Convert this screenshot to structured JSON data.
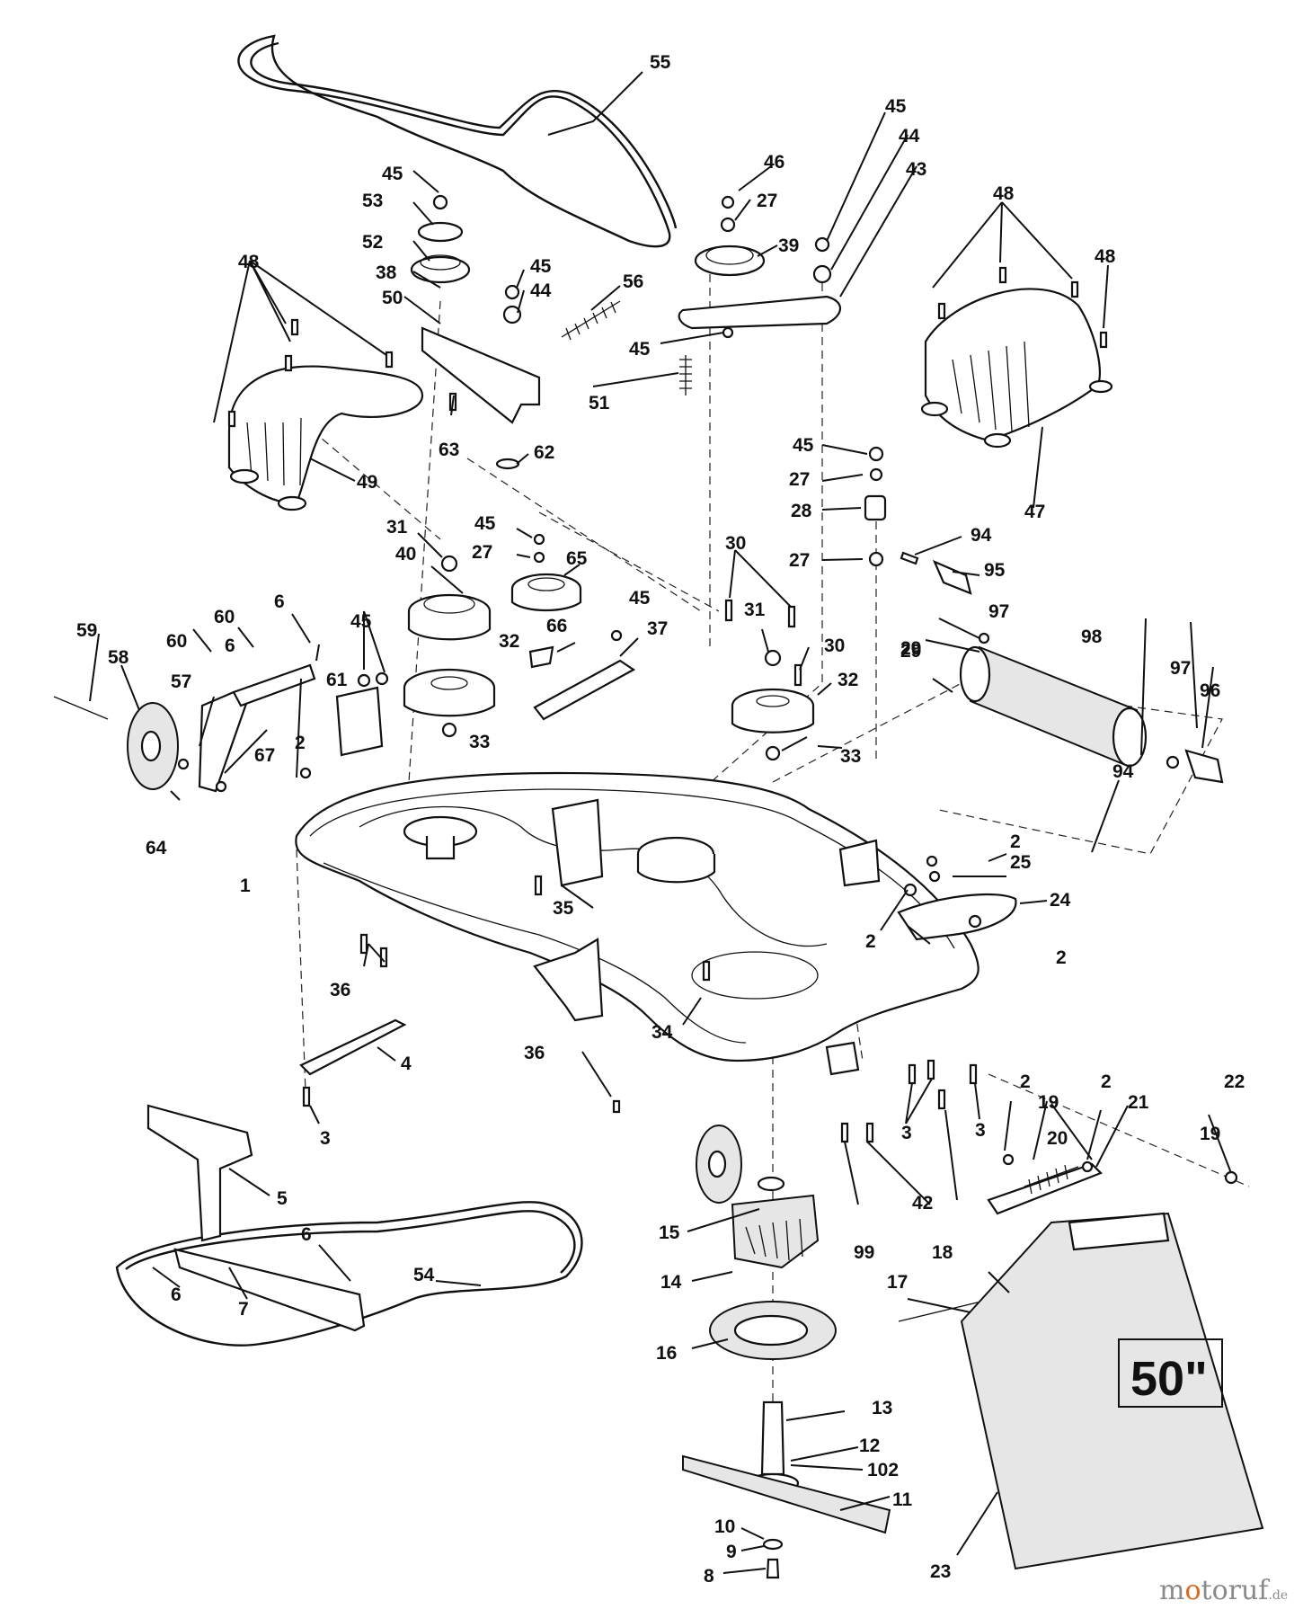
{
  "diagram": {
    "deck_badge": "50\"",
    "callouts": [
      {
        "id": "c55",
        "text": "55"
      },
      {
        "id": "c45a",
        "text": "45"
      },
      {
        "id": "c46",
        "text": "46"
      },
      {
        "id": "c27a",
        "text": "27"
      },
      {
        "id": "c39",
        "text": "39"
      },
      {
        "id": "c45b",
        "text": "45"
      },
      {
        "id": "c44a",
        "text": "44"
      },
      {
        "id": "c43",
        "text": "43"
      },
      {
        "id": "c48a",
        "text": "48"
      },
      {
        "id": "c48b",
        "text": "48"
      },
      {
        "id": "c53",
        "text": "53"
      },
      {
        "id": "c52",
        "text": "52"
      },
      {
        "id": "c38",
        "text": "38"
      },
      {
        "id": "c50",
        "text": "50"
      },
      {
        "id": "c45c",
        "text": "45"
      },
      {
        "id": "c44b",
        "text": "44"
      },
      {
        "id": "c56",
        "text": "56"
      },
      {
        "id": "c45d",
        "text": "45"
      },
      {
        "id": "c51",
        "text": "51"
      },
      {
        "id": "c48c",
        "text": "48"
      },
      {
        "id": "c63",
        "text": "63"
      },
      {
        "id": "c62",
        "text": "62"
      },
      {
        "id": "c49",
        "text": "49"
      },
      {
        "id": "c47",
        "text": "47"
      },
      {
        "id": "c45e",
        "text": "45"
      },
      {
        "id": "c27b",
        "text": "27"
      },
      {
        "id": "c28",
        "text": "28"
      },
      {
        "id": "c27c",
        "text": "27"
      },
      {
        "id": "c31a",
        "text": "31"
      },
      {
        "id": "c45f",
        "text": "45"
      },
      {
        "id": "c27d",
        "text": "27"
      },
      {
        "id": "c40",
        "text": "40"
      },
      {
        "id": "c65",
        "text": "65"
      },
      {
        "id": "c30a",
        "text": "30"
      },
      {
        "id": "c94a",
        "text": "94"
      },
      {
        "id": "c95",
        "text": "95"
      },
      {
        "id": "c6a",
        "text": "6"
      },
      {
        "id": "c60a",
        "text": "60"
      },
      {
        "id": "c45g",
        "text": "45"
      },
      {
        "id": "c45h",
        "text": "45"
      },
      {
        "id": "c66",
        "text": "66"
      },
      {
        "id": "c37",
        "text": "37"
      },
      {
        "id": "c31b",
        "text": "31"
      },
      {
        "id": "c29a",
        "text": "29"
      },
      {
        "id": "c97a",
        "text": "97"
      },
      {
        "id": "c59",
        "text": "59"
      },
      {
        "id": "c60b",
        "text": "60"
      },
      {
        "id": "c6b",
        "text": "6"
      },
      {
        "id": "c58",
        "text": "58"
      },
      {
        "id": "c32a",
        "text": "32"
      },
      {
        "id": "c30b",
        "text": "30"
      },
      {
        "id": "c32b",
        "text": "32"
      },
      {
        "id": "c98",
        "text": "98"
      },
      {
        "id": "c29b",
        "text": "29"
      },
      {
        "id": "c61",
        "text": "61"
      },
      {
        "id": "c57",
        "text": "57"
      },
      {
        "id": "c97b",
        "text": "97"
      },
      {
        "id": "c96",
        "text": "96"
      },
      {
        "id": "c33a",
        "text": "33"
      },
      {
        "id": "c67",
        "text": "67"
      },
      {
        "id": "c2a",
        "text": "2"
      },
      {
        "id": "c33b",
        "text": "33"
      },
      {
        "id": "c64",
        "text": "64"
      },
      {
        "id": "c94b",
        "text": "94"
      },
      {
        "id": "c1",
        "text": "1"
      },
      {
        "id": "c2b",
        "text": "2"
      },
      {
        "id": "c25",
        "text": "25"
      },
      {
        "id": "c35",
        "text": "35"
      },
      {
        "id": "c24",
        "text": "24"
      },
      {
        "id": "c2c",
        "text": "2"
      },
      {
        "id": "c2d",
        "text": "2"
      },
      {
        "id": "c36a",
        "text": "36"
      },
      {
        "id": "c34",
        "text": "34"
      },
      {
        "id": "c4",
        "text": "4"
      },
      {
        "id": "c36b",
        "text": "36"
      },
      {
        "id": "c3a",
        "text": "3"
      },
      {
        "id": "c3b",
        "text": "3"
      },
      {
        "id": "c3c",
        "text": "3"
      },
      {
        "id": "c2e",
        "text": "2"
      },
      {
        "id": "c2f",
        "text": "2"
      },
      {
        "id": "c22",
        "text": "22"
      },
      {
        "id": "c19a",
        "text": "19"
      },
      {
        "id": "c21",
        "text": "21"
      },
      {
        "id": "c20",
        "text": "20"
      },
      {
        "id": "c19b",
        "text": "19"
      },
      {
        "id": "c5",
        "text": "5"
      },
      {
        "id": "c42",
        "text": "42"
      },
      {
        "id": "c15",
        "text": "15"
      },
      {
        "id": "c99",
        "text": "99"
      },
      {
        "id": "c18",
        "text": "18"
      },
      {
        "id": "c6c",
        "text": "6"
      },
      {
        "id": "c14",
        "text": "14"
      },
      {
        "id": "c17",
        "text": "17"
      },
      {
        "id": "c54",
        "text": "54"
      },
      {
        "id": "c6d",
        "text": "6"
      },
      {
        "id": "c7",
        "text": "7"
      },
      {
        "id": "c16",
        "text": "16"
      },
      {
        "id": "c13",
        "text": "13"
      },
      {
        "id": "c12",
        "text": "12"
      },
      {
        "id": "c102",
        "text": "102"
      },
      {
        "id": "c11",
        "text": "11"
      },
      {
        "id": "c10",
        "text": "10"
      },
      {
        "id": "c9",
        "text": "9"
      },
      {
        "id": "c8",
        "text": "8"
      },
      {
        "id": "c23",
        "text": "23"
      }
    ]
  },
  "watermark": {
    "name_start": "m",
    "name_o": "o",
    "name_end": "toruf",
    "suffix": ".de"
  }
}
